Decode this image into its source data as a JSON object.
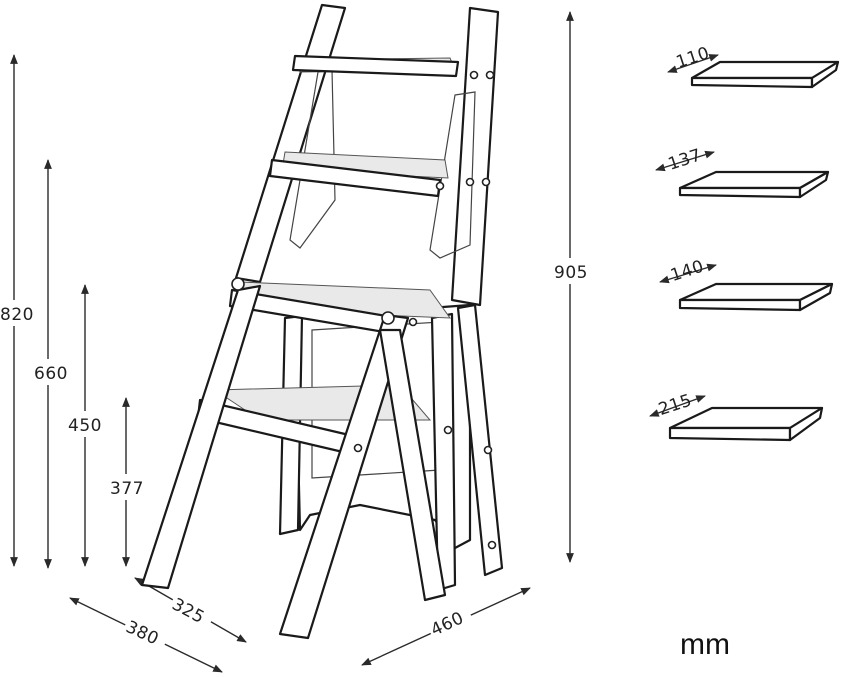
{
  "dimensions": {
    "height_total": "820",
    "height_step3": "660",
    "height_step2": "450",
    "height_step1": "377",
    "height_frame": "905",
    "depth_top": "325",
    "depth_bottom": "380",
    "width": "460"
  },
  "boards": [
    {
      "depth": "110"
    },
    {
      "depth": "137"
    },
    {
      "depth": "140"
    },
    {
      "depth": "215"
    }
  ],
  "unit_label": "mm"
}
